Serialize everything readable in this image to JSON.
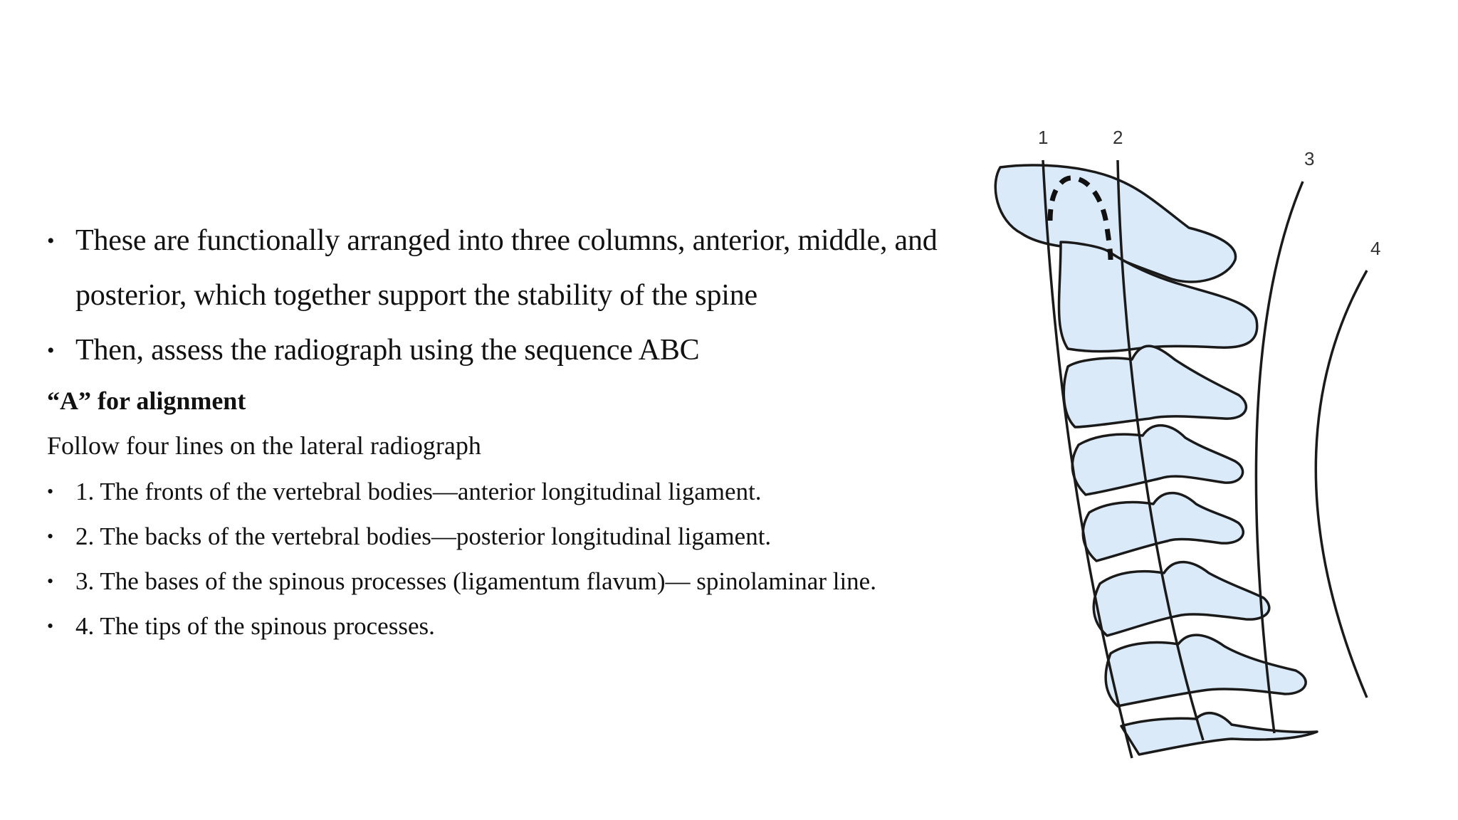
{
  "slide": {
    "bullets_intro": [
      "These are functionally arranged into three columns, anterior, middle, and posterior, which together support the stability of the spine",
      "Then, assess the radiograph using the sequence ABC"
    ],
    "heading": "“A” for alignment",
    "instruction": "Follow four lines on the lateral radiograph",
    "line_items": [
      "1. The fronts of the vertebral bodies—anterior longitudinal ligament.",
      "2. The backs of the vertebral bodies—posterior longitudinal ligament.",
      "3. The bases of the spinous processes (ligamentum flavum)— spinolaminar line.",
      "4. The tips of the spinous processes."
    ]
  },
  "figure": {
    "line_labels": [
      "1",
      "2",
      "3",
      "4"
    ],
    "colors": {
      "fill": "#dbeaf9",
      "stroke": "#1a1a1a"
    }
  }
}
